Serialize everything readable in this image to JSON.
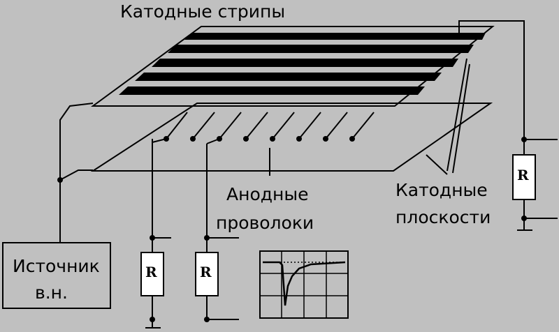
{
  "diagram": {
    "labels": {
      "cathode_strips": "Катодные стрипы",
      "anode_wires_line1": "Анодные",
      "anode_wires_line2": "проволоки",
      "cathode_planes_line1": "Катодные",
      "cathode_planes_line2": "плоскости",
      "source_line1": "Источник",
      "source_line2": "в.н.",
      "resistor": "R"
    },
    "colors": {
      "background": "#c0c0c0",
      "line": "#000000",
      "strip": "#000000"
    }
  }
}
